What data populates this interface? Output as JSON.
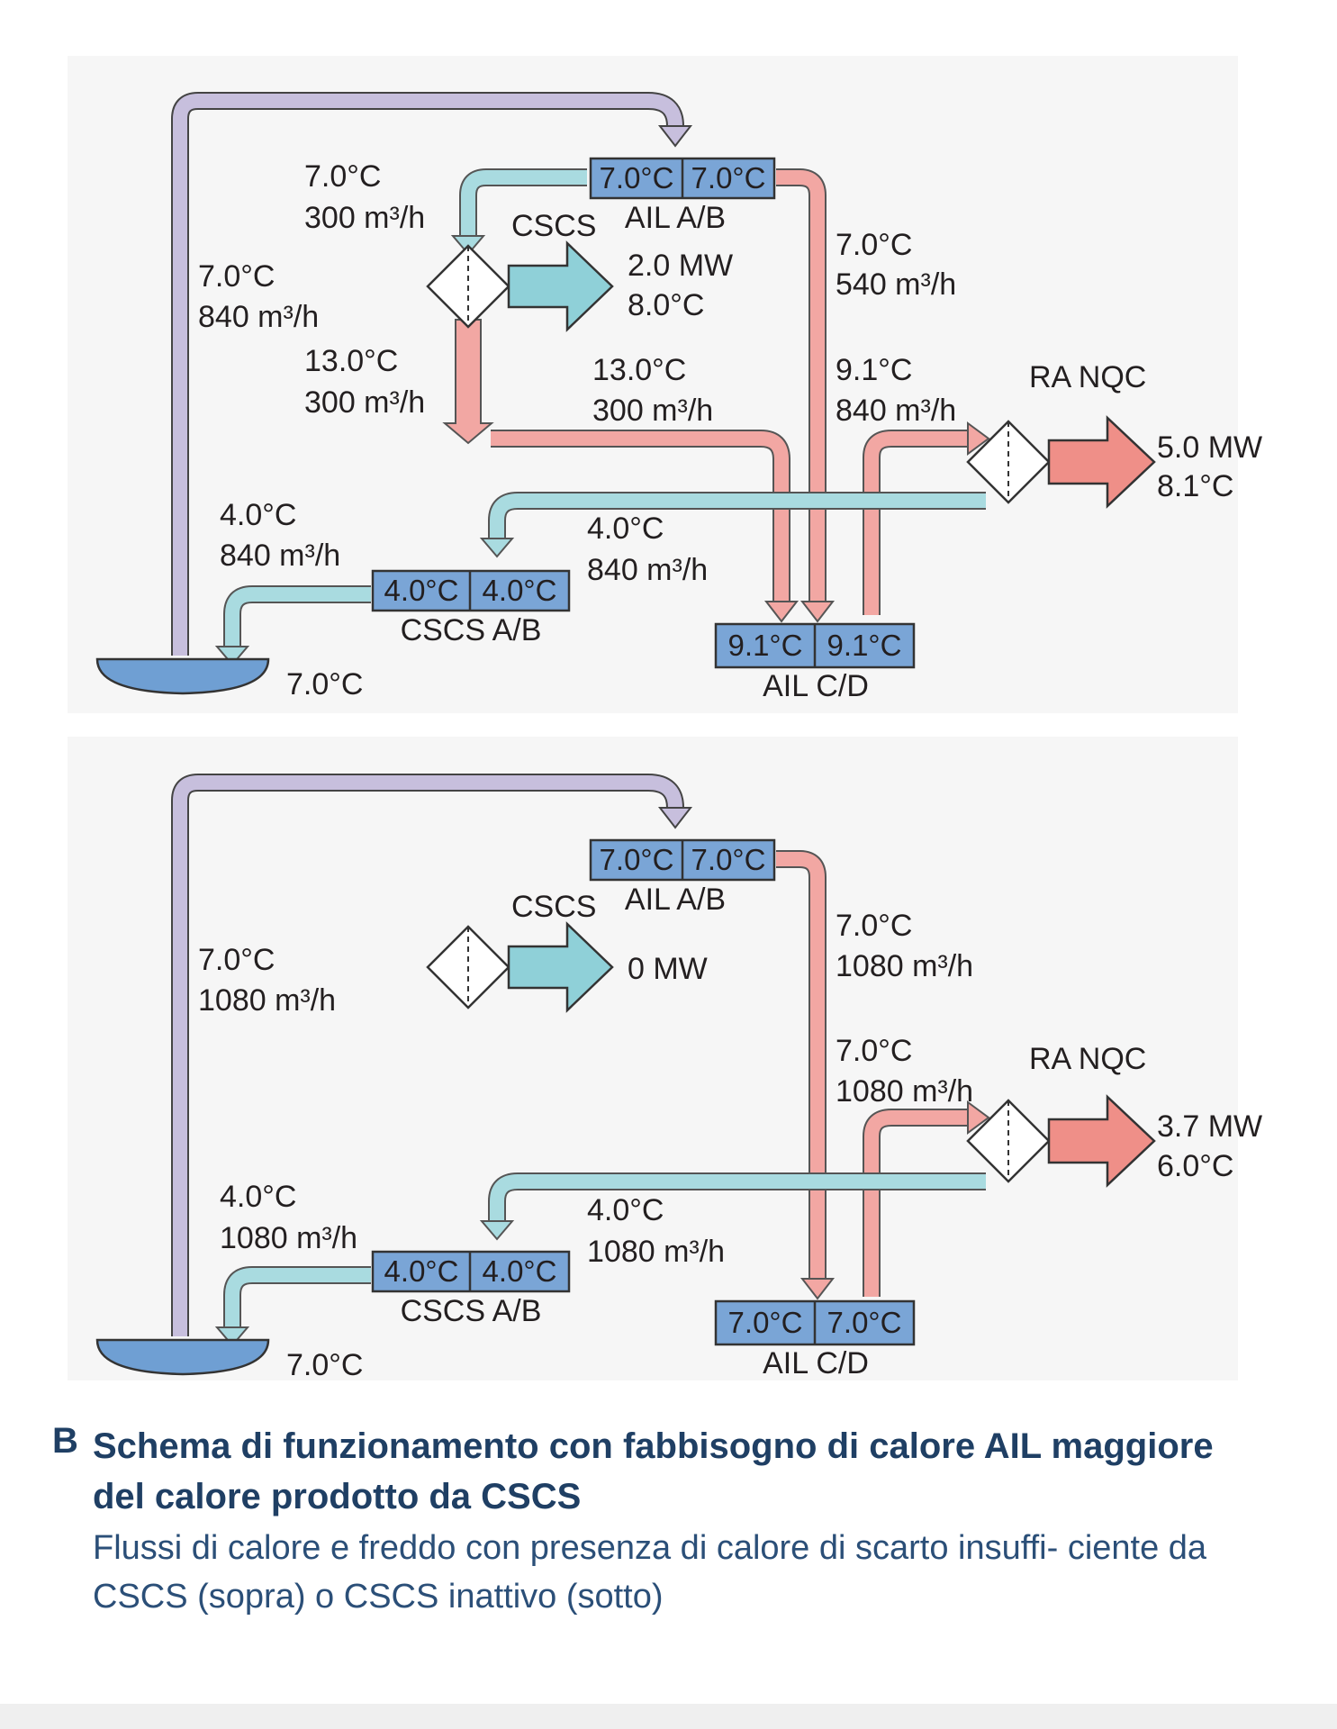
{
  "colors": {
    "hot_pipe": "#f2a7a3",
    "cold_pipe": "#a9dbe0",
    "supply_pipe": "#c7bfdd",
    "box_fill": "#7aa5d6",
    "tank_fill": "#6f9fd3",
    "cold_hx_arrow": "#8fd0d8",
    "hot_hx_arrow": "#ef8f88",
    "caption_text": "#1f3f64"
  },
  "top": {
    "ail_ab": {
      "left": "7.0°C",
      "right": "7.0°C",
      "name": "AIL A/B"
    },
    "ail_cd": {
      "left": "9.1°C",
      "right": "9.1°C",
      "name": "AIL C/D"
    },
    "cscs_ab": {
      "left": "4.0°C",
      "right": "4.0°C",
      "name": "CSCS A/B"
    },
    "cscs_label": "CSCS",
    "cscs_output": [
      "2.0 MW",
      "8.0°C"
    ],
    "ranqc_label": "RA NQC",
    "ranqc_output": [
      "5.0 MW",
      "8.1°C"
    ],
    "flow_cscs_in": [
      "7.0°C",
      "300 m³/h"
    ],
    "flow_supply": [
      "7.0°C",
      "840 m³/h"
    ],
    "flow_cscs_out": [
      "13.0°C",
      "300 m³/h"
    ],
    "flow_hot_to_cd": [
      "13.0°C",
      "300 m³/h"
    ],
    "flow_ab_to_cd": [
      "7.0°C",
      "540 m³/h"
    ],
    "flow_to_ranqc": [
      "9.1°C",
      "840 m³/h"
    ],
    "flow_cold_return": [
      "4.0°C",
      "840 m³/h"
    ],
    "flow_cold_mid": [
      "4.0°C",
      "840 m³/h"
    ],
    "tank_temp": "7.0°C"
  },
  "bottom": {
    "ail_ab": {
      "left": "7.0°C",
      "right": "7.0°C",
      "name": "AIL A/B"
    },
    "ail_cd": {
      "left": "7.0°C",
      "right": "7.0°C",
      "name": "AIL C/D"
    },
    "cscs_ab": {
      "left": "4.0°C",
      "right": "4.0°C",
      "name": "CSCS A/B"
    },
    "cscs_label": "CSCS",
    "cscs_output": [
      "0 MW"
    ],
    "ranqc_label": "RA NQC",
    "ranqc_output": [
      "3.7 MW",
      "6.0°C"
    ],
    "flow_supply": [
      "7.0°C",
      "1080 m³/h"
    ],
    "flow_ab_to_cd": [
      "7.0°C",
      "1080 m³/h"
    ],
    "flow_to_ranqc": [
      "7.0°C",
      "1080 m³/h"
    ],
    "flow_cold_return": [
      "4.0°C",
      "1080 m³/h"
    ],
    "flow_cold_mid": [
      "4.0°C",
      "1080 m³/h"
    ],
    "tank_temp": "7.0°C"
  },
  "caption": {
    "letter": "B",
    "title": "Schema di funzionamento con fabbisogno di calore AIL maggiore del calore prodotto da CSCS",
    "subtitle": "Flussi di calore e freddo con presenza di calore di scarto insuffi- ciente da CSCS (sopra) o CSCS inattivo (sotto)"
  }
}
